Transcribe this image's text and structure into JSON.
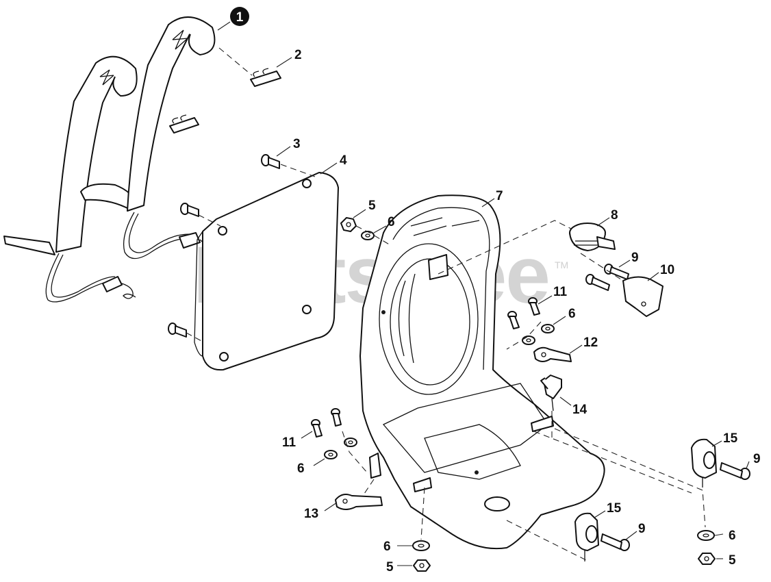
{
  "watermark": {
    "brand": "PartsTree",
    "trademark": "TM"
  },
  "labels": {
    "p1": "1",
    "p2": "2",
    "p3": "3",
    "p4": "4",
    "p5a": "5",
    "p6a": "6",
    "p7": "7",
    "p8": "8",
    "p9a": "9",
    "p10": "10",
    "p11a": "11",
    "p6b": "6",
    "p12": "12",
    "p14": "14",
    "p11b": "11",
    "p6c": "6",
    "p13": "13",
    "p15a": "15",
    "p9b": "9",
    "p15b": "15",
    "p9c": "9",
    "p6d": "6",
    "p5b": "5",
    "p6e": "6",
    "p5c": "5"
  },
  "colors": {
    "ink": "#111111",
    "watermark": "#d4d4d4"
  }
}
